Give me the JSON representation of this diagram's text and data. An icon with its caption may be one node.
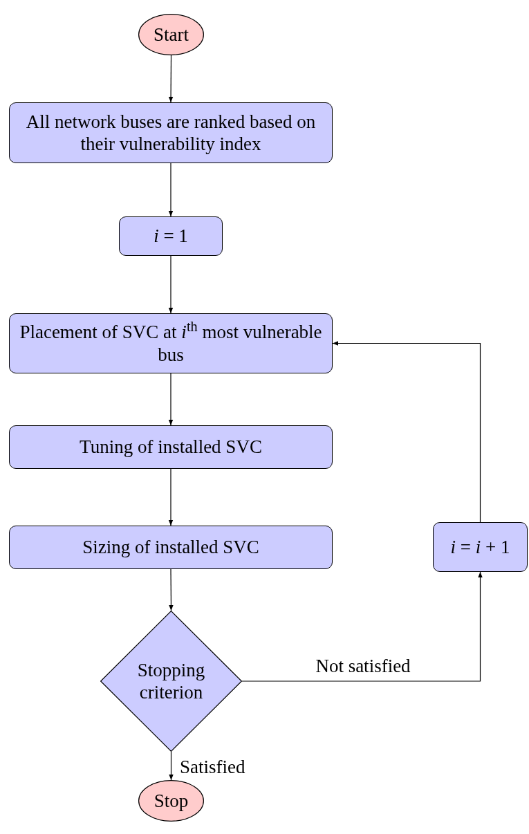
{
  "diagram": {
    "nodes": [
      {
        "text": [
          "Start"
        ]
      },
      {
        "text": [
          "All network buses are ranked based on their vulnerability index"
        ]
      },
      {
        "text": [
          "*i* = 1"
        ]
      },
      {
        "text": [
          "Placement of SVC at *i*$^{th}$ most vulnerable bus"
        ]
      },
      {
        "text": [
          "Tuning of installed SVC"
        ]
      },
      {
        "text": [
          "Sizing of installed SVC"
        ]
      },
      {
        "text": [
          "Stopping criterion"
        ]
      },
      {
        "text": [
          "*i* = *i* + 1"
        ]
      },
      {
        "text": [
          "Stop"
        ]
      }
    ],
    "edges": [
      {
        "from": 0,
        "to": 1,
        "arrow": "to"
      },
      {
        "from": 1,
        "to": 2,
        "arrow": "to"
      },
      {
        "from": 2,
        "to": 3,
        "arrow": "to"
      },
      {
        "from": 3,
        "to": 4,
        "arrow": "to"
      },
      {
        "from": 4,
        "to": 5,
        "arrow": "to"
      },
      {
        "from": 5,
        "to": 6,
        "arrow": "to"
      },
      {
        "from": 6,
        "to": 8,
        "arrow": "to",
        "label": "Satisfied"
      },
      {
        "from": 6,
        "to": 7,
        "arrow": "to",
        "label": "Not satisfied"
      },
      {
        "from": 7,
        "to": 3,
        "arrow": "to"
      }
    ]
  }
}
